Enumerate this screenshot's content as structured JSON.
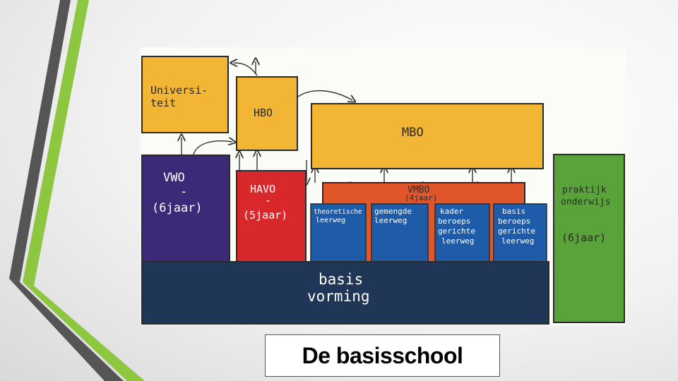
{
  "colors": {
    "yellow": "#f2b534",
    "purple": "#3c2a78",
    "red": "#d8282c",
    "orange": "#e0562a",
    "blue": "#1e5ba8",
    "navy": "#1f3657",
    "green": "#5aa23a",
    "accent_green": "#8dc63f",
    "accent_gray": "#555555"
  },
  "diagram": {
    "universiteit": "Universi-\nteit",
    "hbo": "HBO",
    "mbo": "MBO",
    "vwo": "VWO\n-\n(6jaar)",
    "havo": "HAVO\n-\n(5jaar)",
    "vmbo_title": "VMBO",
    "vmbo_sub": "(4jaar)",
    "theoretische": "theoretische\nleerweg",
    "gemengde": "gemengde\nleerweg",
    "kader": "kader\nberoeps\ngerichte\nleerweg",
    "basis_bg": "basis\nberoeps\ngerichte\nleerweg",
    "praktijk": "praktijk\nonderwijs\n\n(6jaar)",
    "basisvorming": "basis\nvorming"
  },
  "caption": "De basisschool"
}
